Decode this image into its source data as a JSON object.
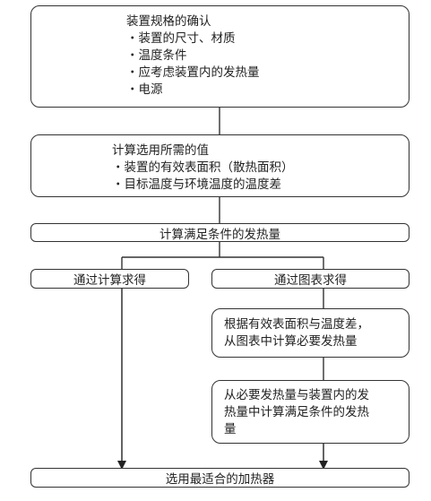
{
  "box1": {
    "title": "装置规格的确认",
    "items": [
      "・装置的尺寸、材质",
      "・温度条件",
      "・应考虑装置内的发热量",
      "・电源"
    ]
  },
  "box2": {
    "title": "计算选用所需的值",
    "items": [
      "・装置的有效表面积（散热面积）",
      "・目标温度与环境温度的温度差"
    ]
  },
  "box3": {
    "label": "计算满足条件的发热量"
  },
  "left_branch": {
    "label": "通过计算求得"
  },
  "right_branch": {
    "label": "通过图表求得"
  },
  "box_chart_step1": {
    "lines": [
      "根据有效表面积与温度差，",
      "从图表中计算必要发热量"
    ]
  },
  "box_chart_step2": {
    "lines": [
      "从必要发热量与装置内的发",
      "热量中计算满足条件的发热",
      "量"
    ]
  },
  "final": {
    "label": "选用最适合的加热器"
  }
}
